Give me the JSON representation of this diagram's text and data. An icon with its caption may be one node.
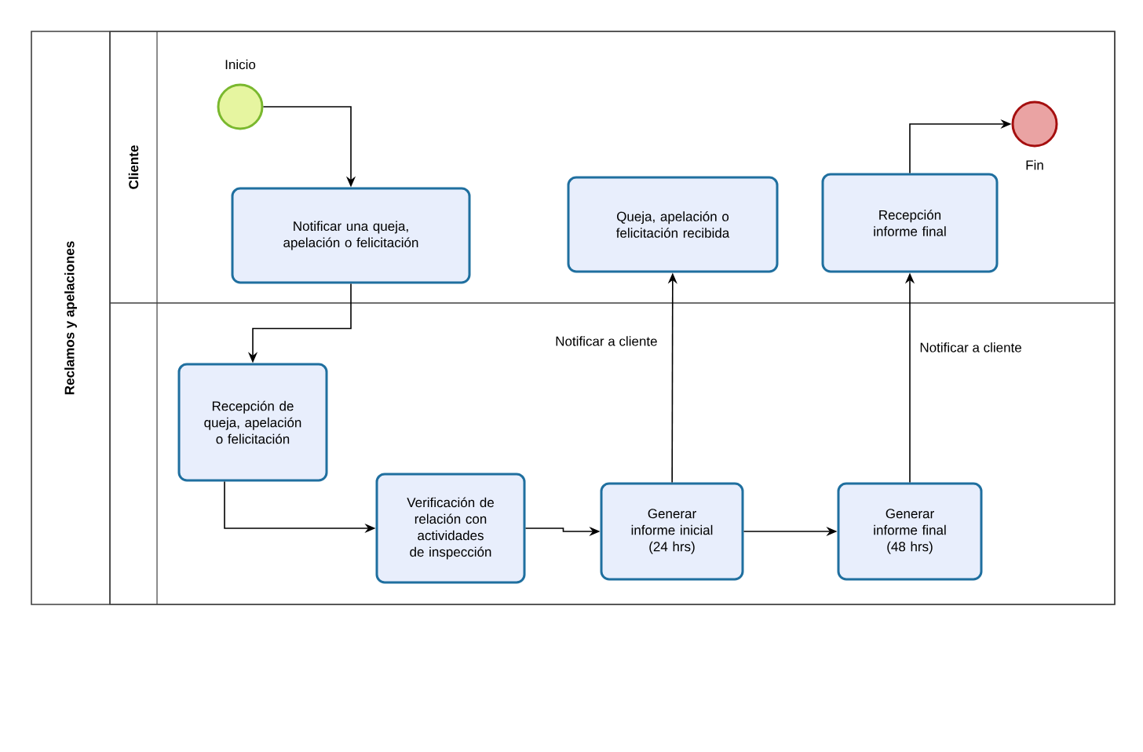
{
  "diagram": {
    "nodes": [
      {
        "text": [
          "Reclamos y apelaciones"
        ]
      },
      {
        "text": [
          "Cliente"
        ],
        "in": 0
      },
      {
        "text": [],
        "shape": "box",
        "in": 0
      },
      {
        "text": [
          "Inicio"
        ],
        "in": 1
      },
      {
        "text": [
          "Notificar una queja, apelación o felicitación"
        ],
        "in": 1
      },
      {
        "text": [
          "Queja, apelación o felicitación recibida"
        ],
        "in": 1
      },
      {
        "text": [
          "Recepción informe final"
        ],
        "in": 1
      },
      {
        "text": [
          "Fin"
        ],
        "in": 1
      },
      {
        "text": [
          "Recepción de queja, apelación o felicitación"
        ],
        "in": 2
      },
      {
        "text": [
          "Verificación de relación con actividades de inspección"
        ],
        "in": 2
      },
      {
        "text": [
          "Generar informe inicial (24 hrs)"
        ],
        "in": 2
      },
      {
        "text": [
          "Generar informe final (48 hrs)"
        ],
        "in": 2
      }
    ],
    "edges": [
      {
        "from": 3,
        "to": 4,
        "arrow": "to"
      },
      {
        "from": 4,
        "to": 8,
        "arrow": "to"
      },
      {
        "from": 8,
        "to": 9,
        "arrow": "to"
      },
      {
        "from": 9,
        "to": 10,
        "arrow": "to"
      },
      {
        "from": 10,
        "to": 5,
        "arrow": "to",
        "label": "Notificar a cliente"
      },
      {
        "from": 10,
        "to": 11,
        "arrow": "to"
      },
      {
        "from": 11,
        "to": 6,
        "arrow": "to",
        "label": "Notificar a cliente"
      },
      {
        "from": 6,
        "to": 7,
        "arrow": "to"
      }
    ]
  }
}
